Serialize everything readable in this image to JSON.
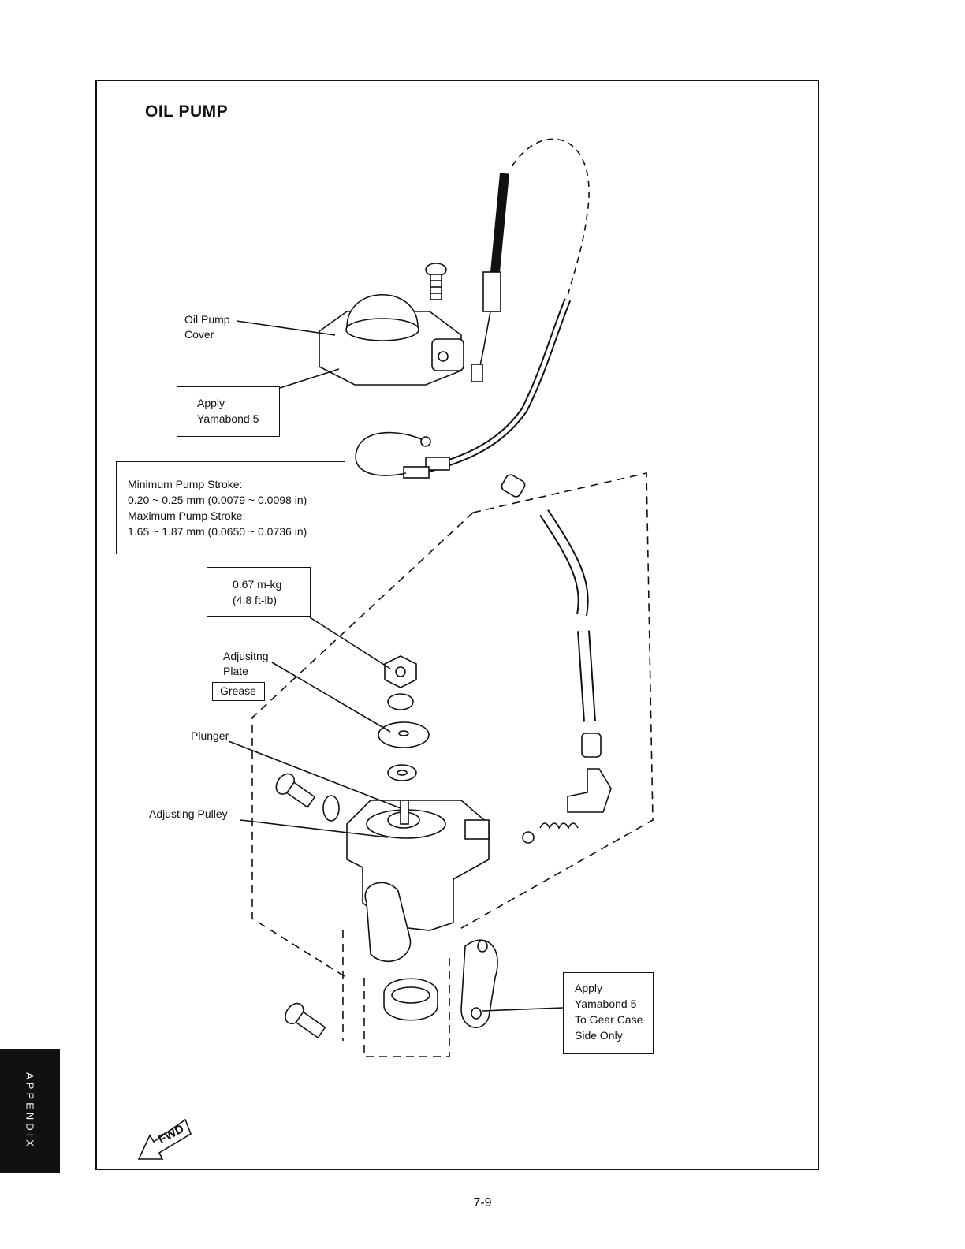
{
  "title": "OIL PUMP",
  "labels": {
    "oil_pump_cover": "Oil Pump\nCover",
    "apply_yamabond_top": "Apply\nYamabond 5",
    "pump_stroke_spec": "Minimum Pump Stroke:\n0.20 ~ 0.25 mm (0.0079 ~ 0.0098 in)\nMaximum Pump Stroke:\n1.65 ~ 1.87 mm (0.0650 ~ 0.0736 in)",
    "torque_spec": "0.67 m-kg\n(4.8 ft-lb)",
    "adjusting_plate": "Adjusitng\nPlate",
    "grease": "Grease",
    "plunger": "Plunger",
    "adjusting_pulley": "Adjusting Pulley",
    "apply_yamabond_bottom": "Apply\nYamabond 5\nTo Gear Case\nSide Only",
    "fwd": "FWD"
  },
  "side_tab": "APPENDIX",
  "page_number": "7-9"
}
